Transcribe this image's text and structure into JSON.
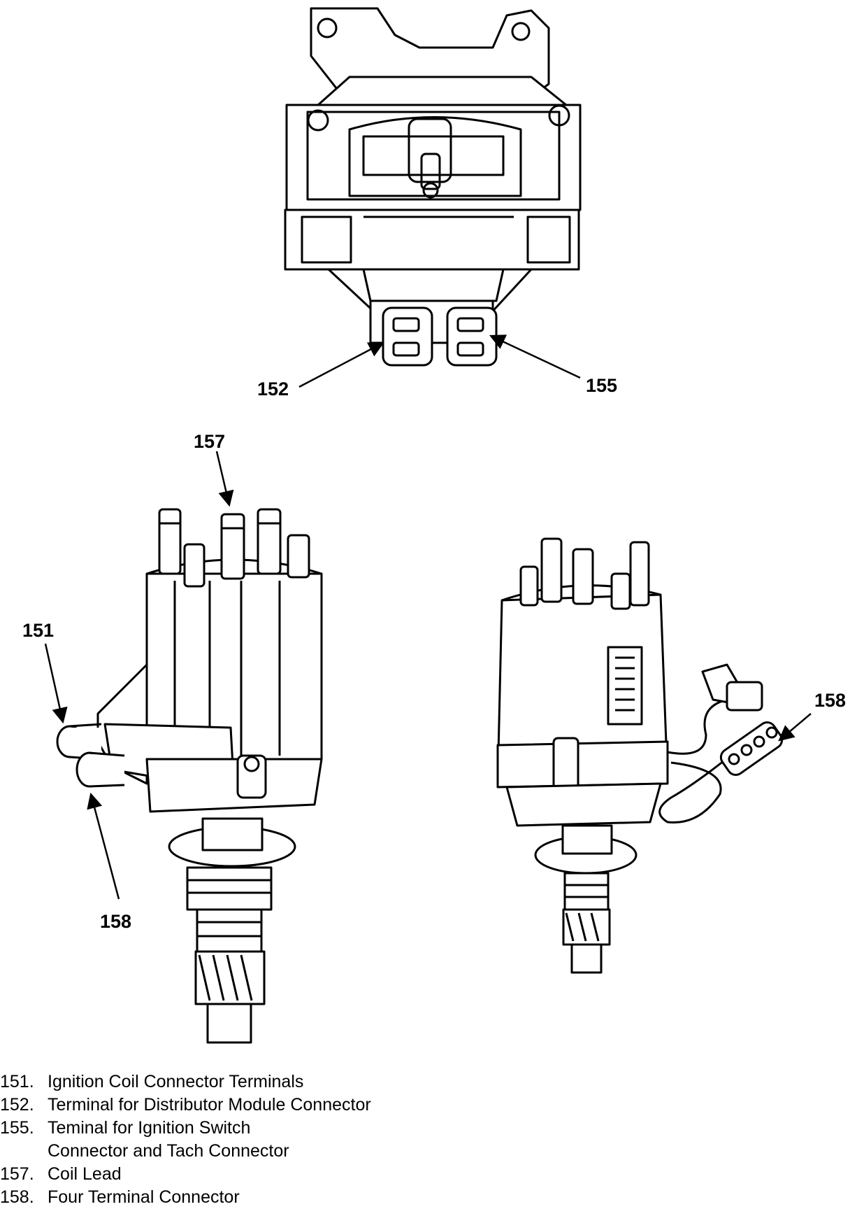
{
  "callouts": {
    "c152": "152",
    "c155": "155",
    "c157": "157",
    "c151": "151",
    "c158_left": "158",
    "c158_right": "158"
  },
  "legend": [
    {
      "number": "151.",
      "text": "Ignition Coil Connector Terminals"
    },
    {
      "number": "152.",
      "text": "Terminal for Distributor Module Connector"
    },
    {
      "number": "155.",
      "text": "Teminal for Ignition Switch"
    },
    {
      "number": "",
      "text": "Connector and Tach Connector"
    },
    {
      "number": "157.",
      "text": "Coil Lead"
    },
    {
      "number": "158.",
      "text": "Four Terminal Connector"
    }
  ]
}
